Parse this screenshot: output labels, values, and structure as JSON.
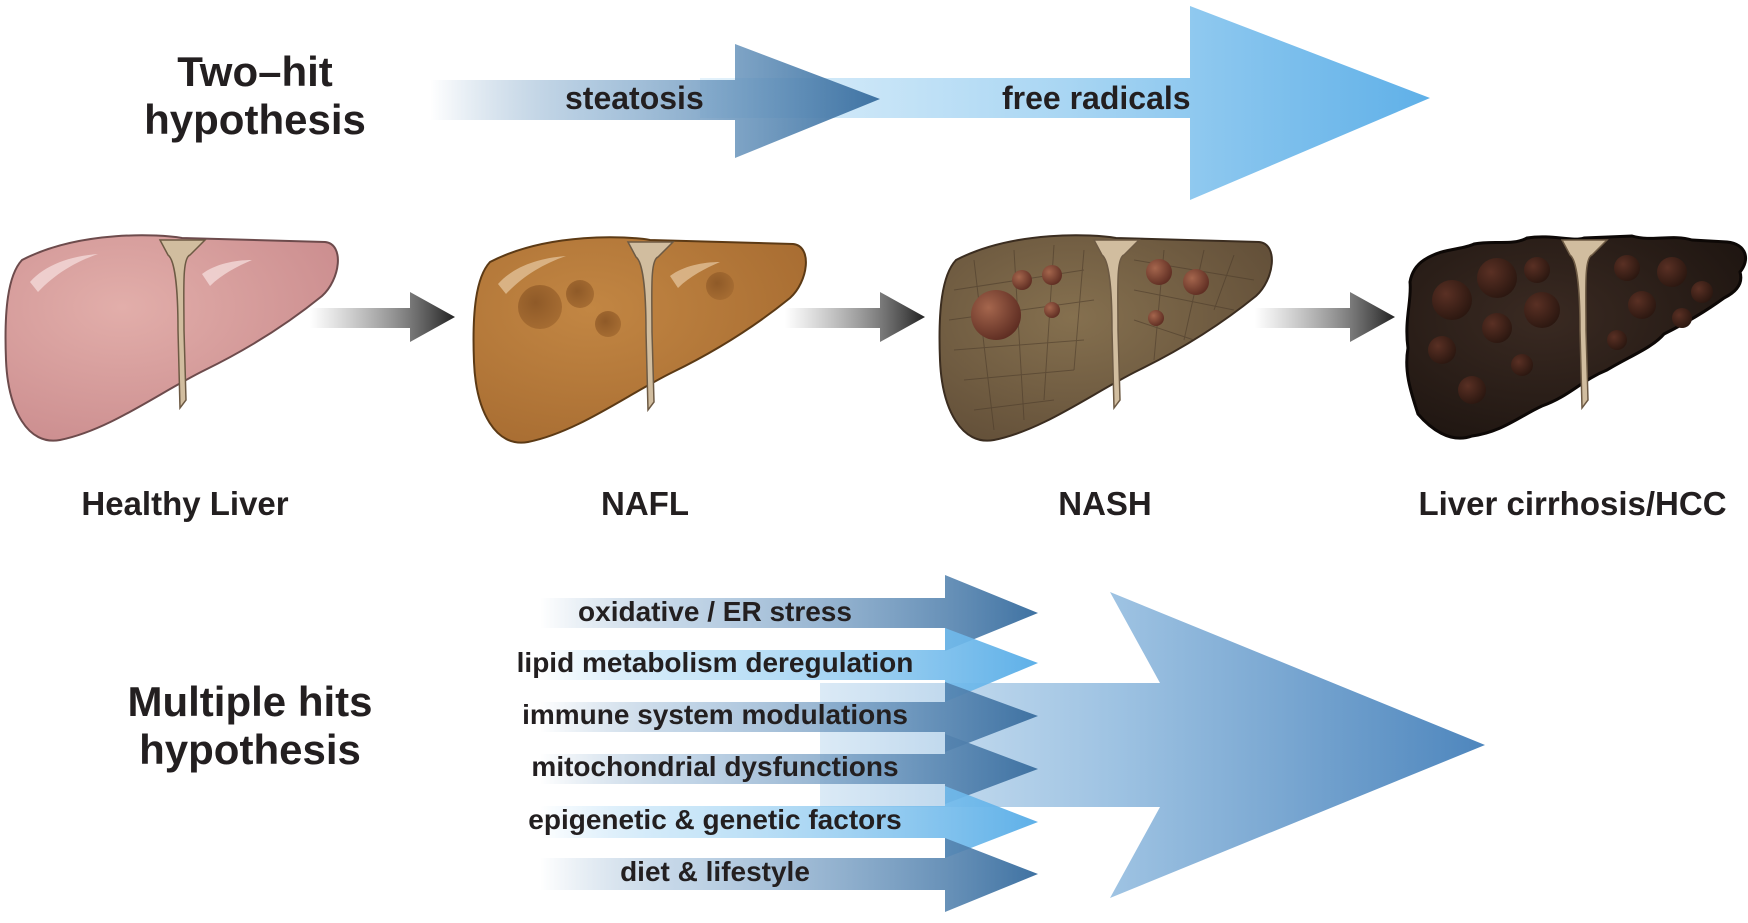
{
  "two_hit": {
    "title_line1": "Two–hit",
    "title_line2": "hypothesis",
    "hit1": "steatosis",
    "hit2": "free radicals"
  },
  "stages": [
    {
      "id": "healthy",
      "label": "Healthy Liver"
    },
    {
      "id": "nafl",
      "label": "NAFL"
    },
    {
      "id": "nash",
      "label": "NASH"
    },
    {
      "id": "cirrhosis",
      "label": "Liver cirrhosis/HCC"
    }
  ],
  "multiple_hits": {
    "title_line1": "Multiple hits",
    "title_line2": "hypothesis",
    "hits": [
      "oxidative / ER stress",
      "lipid metabolism deregulation",
      "immune system modulations",
      "mitochondrial dysfunctions",
      "epigenetic & genetic factors",
      "diet & lifestyle"
    ]
  },
  "colors": {
    "arrow_blue_dark": "#4a7fae",
    "arrow_blue_light": "#69b6ea",
    "healthy_liver": "#d79a9a",
    "nafl_liver": "#b5783a",
    "nash_liver": "#6e5a42",
    "cirrhosis_liver": "#2a1d17",
    "ligament": "#cdb89a",
    "text": "#231f20"
  }
}
